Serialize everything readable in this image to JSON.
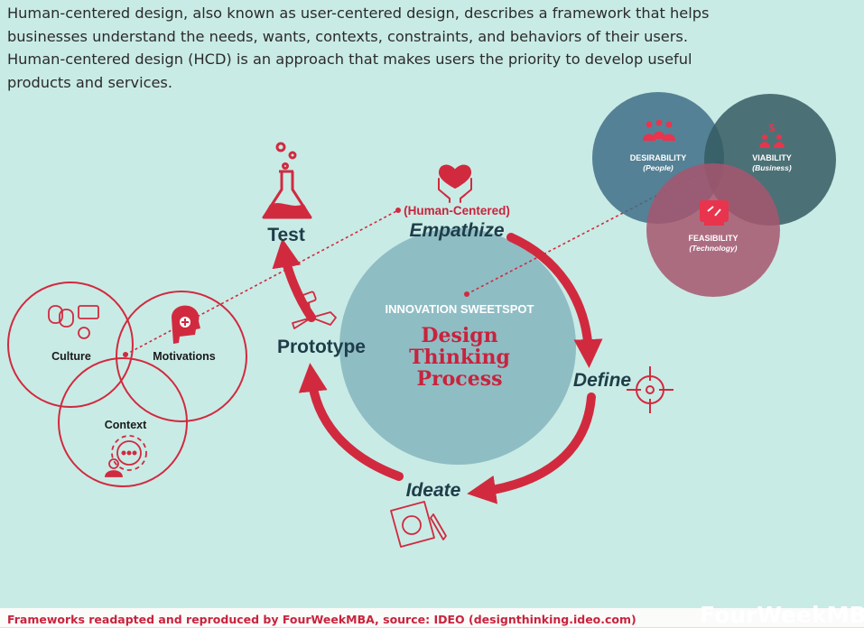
{
  "intro_text": "Human-centered design, also known as user-centered design, describes a framework that helps businesses understand the needs, wants, contexts, constraints, and behaviors of their users.  Human-centered design (HCD) is an approach that makes users the priority to develop useful products and services.",
  "cycle": {
    "human_centered": "(Human-Centered)",
    "empathize": "Empathize",
    "define": "Define",
    "ideate": "Ideate",
    "prototype": "Prototype",
    "test": "Test"
  },
  "center": {
    "sweetspot": "INNOVATION SWEETSPOT",
    "title_line1": "Design",
    "title_line2": "Thinking",
    "title_line3": "Process"
  },
  "venn_left": {
    "culture": "Culture",
    "motivations": "Motivations",
    "context": "Context"
  },
  "venn_right": {
    "desirability": "DESIRABILITY",
    "desirability_sub": "(People)",
    "viability": "VIABILITY",
    "viability_sub": "(Business)",
    "feasibility": "FEASIBILITY",
    "feasibility_sub": "(Technology)"
  },
  "footer": {
    "source": "Frameworks readapted and reproduced by FourWeekMBA, source: IDEO (designthinking.ideo.com)",
    "brand": "FourWeekMBA"
  },
  "colors": {
    "background": "#c9ebe5",
    "accent_red": "#d12a3f",
    "dark_teal": "#1e3d4a",
    "center_circle": "#8fbdc4",
    "desirability": "#3f6e87",
    "viability": "#355c63",
    "feasibility": "#a7566e"
  }
}
